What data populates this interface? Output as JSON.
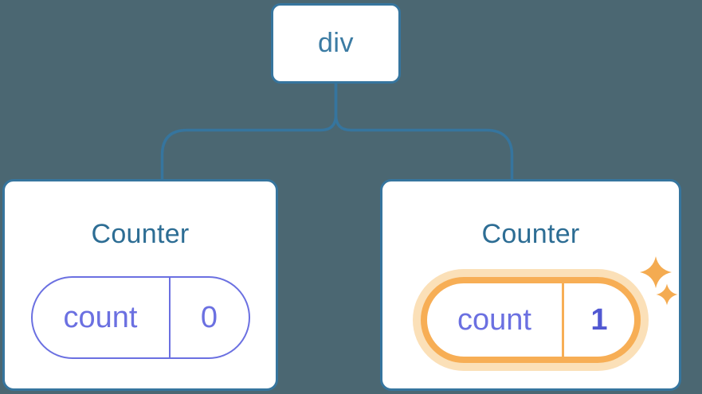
{
  "colors": {
    "background": "#4b6772",
    "line-blue": "#36759e",
    "node-text": "#3b7ba3",
    "title-text": "#2d6d94",
    "purple": "#6b70e1",
    "value-purple": "#5158d2",
    "orange": "#f7ae55",
    "orange-glow": "#fbe0b8",
    "sparkle": "#f4ab51"
  },
  "tree": {
    "root": {
      "label": "div"
    },
    "children": [
      {
        "title": "Counter",
        "state": {
          "key": "count",
          "value": "0"
        },
        "highlighted": false
      },
      {
        "title": "Counter",
        "state": {
          "key": "count",
          "value": "1"
        },
        "highlighted": true
      }
    ]
  }
}
